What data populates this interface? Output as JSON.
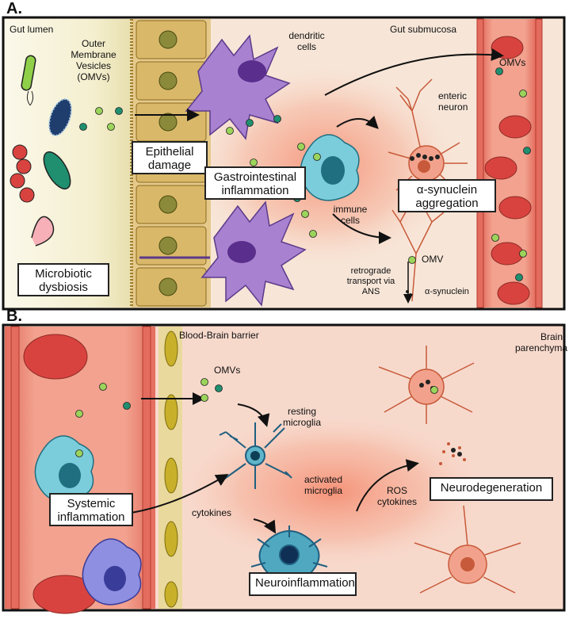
{
  "panels": {
    "a": {
      "letter": "A.",
      "gut_lumen": "Gut lumen",
      "gut_submucosa": "Gut submucosa",
      "omv_full": "Outer\nMembrane\nVesicles\n(OMVs)",
      "dendritic_cells": "dendritic\ncells",
      "omvs": "OMVs",
      "enteric_neuron": "enteric\nneuron",
      "epithelial_damage": "Epithelial\ndamage",
      "gi_inflammation": "Gastrointestinal\ninflammation",
      "immune_cells": "immune\ncells",
      "asyn_aggregation": "α-synuclein\naggregation",
      "microbiotic_dysbiosis": "Microbiotic\ndysbiosis",
      "omv": "OMV",
      "retrograde": "retrograde\ntransport via\nANS",
      "asyn": "α-synuclein"
    },
    "b": {
      "letter": "B.",
      "bbb": "Blood-Brain barrier",
      "brain_parenchyma": "Brain\nparenchyma",
      "omvs": "OMVs",
      "resting_microglia": "resting\nmicroglia",
      "activated_microglia": "activated\nmicroglia",
      "systemic_inflammation": "Systemic\ninflammation",
      "cytokines": "cytokines",
      "ros_cytokines": "ROS\ncytokines",
      "neurodegeneration": "Neurodegeneration",
      "neuroinflammation": "Neuroinflammation"
    }
  },
  "colors": {
    "lumen_bg": "#f7f3dc",
    "epithelium": "#d9b86a",
    "dendritic": "#9b6fc4",
    "immune": "#6fc2d1",
    "neuron": "#ef9b7c",
    "vessel": "#e9746a",
    "rbc": "#d9433f",
    "omv_green": "#9bd45a",
    "omv_teal": "#1f8f6f",
    "brain_bg": "#f7d9cc",
    "microglia": "#2f8fa6",
    "glow": "#f4866a"
  }
}
